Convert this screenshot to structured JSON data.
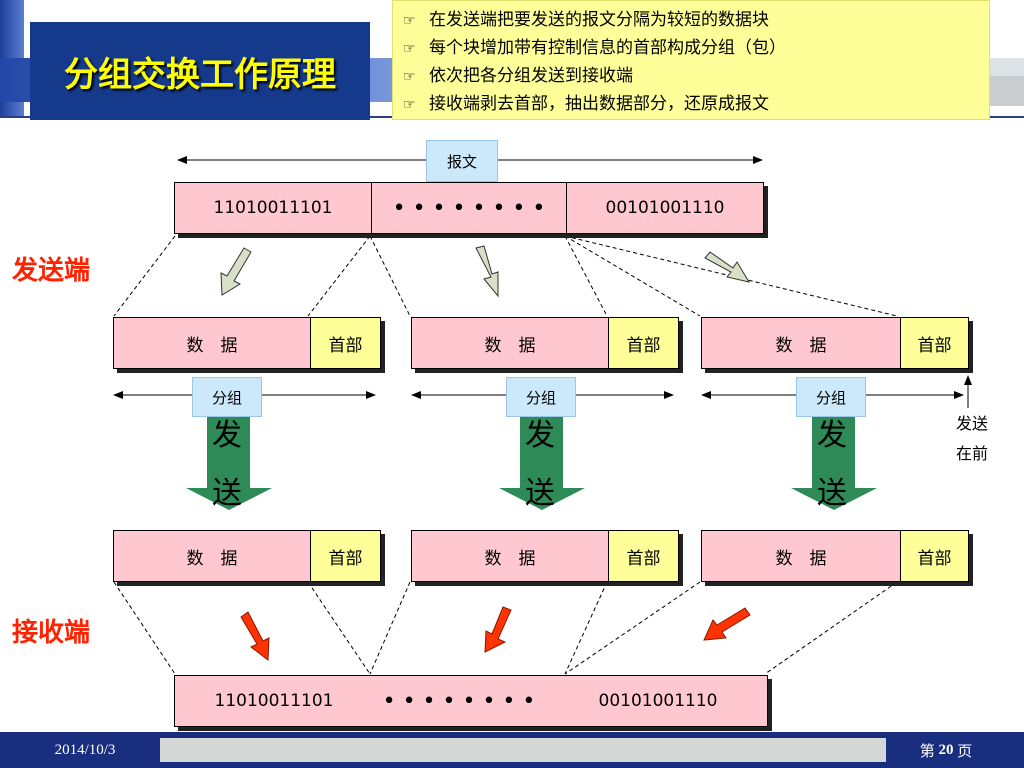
{
  "slide": {
    "title": "分组交换工作原理",
    "bullets": [
      "在发送端把要发送的报文分隔为较短的数据块",
      "每个块增加带有控制信息的首部构成分组（包）",
      "依次把各分组发送到接收端",
      "接收端剥去首部，抽出数据部分，还原成报文"
    ],
    "bullet_icon": "pointing-hand-icon"
  },
  "diagram": {
    "message_tag": "报文",
    "message": {
      "left_bits": "11010011101",
      "dots": "• • • • • • • •",
      "right_bits": "00101001110"
    },
    "sender_label": "发送端",
    "receiver_label": "接收端",
    "packets": [
      {
        "data_label": "数　据",
        "header_label": "首部",
        "group_tag": "分组",
        "send_top": "发",
        "send_bottom": "送"
      },
      {
        "data_label": "数　据",
        "header_label": "首部",
        "group_tag": "分组",
        "send_top": "发",
        "send_bottom": "送"
      },
      {
        "data_label": "数　据",
        "header_label": "首部",
        "group_tag": "分组",
        "send_top": "发",
        "send_bottom": "送"
      }
    ],
    "send_first_top": "发送",
    "send_first_bottom": "在前",
    "colors": {
      "data_fill": "#ffc8d0",
      "header_fill": "#ffff99",
      "send_arrow": "#2e8b57",
      "receive_arrow": "#ff3300",
      "split_arrow": "#d8e0c8"
    }
  },
  "footer": {
    "date": "2014/10/3",
    "page_prefix": "第",
    "page_number": "20",
    "page_suffix": "页"
  }
}
